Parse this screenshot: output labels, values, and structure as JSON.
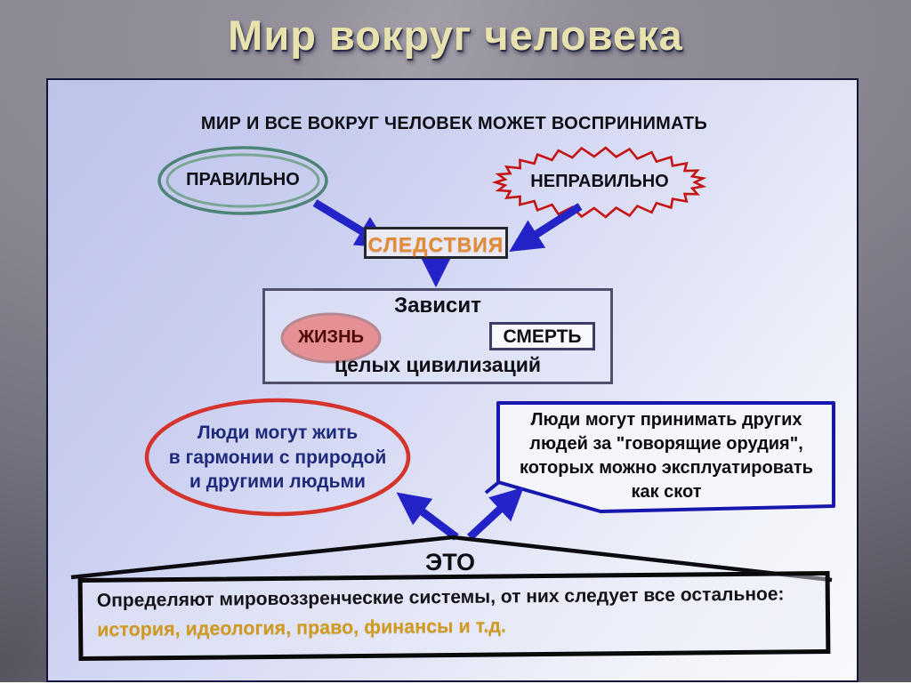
{
  "slide": {
    "title": "Мир вокруг человека"
  },
  "panel": {
    "statement": "МИР И ВСЕ ВОКРУГ ЧЕЛОВЕК МОЖЕТ ВОСПРИНИМАТЬ",
    "correct_label": "ПРАВИЛЬНО",
    "incorrect_label": "НЕПРАВИЛЬНО",
    "consequences_label": "СЛЕДСТВИЯ",
    "depends_box": {
      "title": "Зависит",
      "life": "ЖИЗНЬ",
      "death": "СМЕРТЬ",
      "footer": "целых цивилизаций"
    },
    "harmony_ellipse": {
      "lines": [
        "Люди могут жить",
        "в гармонии с природой",
        "и другими  людьми"
      ]
    },
    "exploit_bubble": {
      "lines": [
        "Люди могут принимать других",
        "людей за \"говорящие орудия\",",
        "которых можно эксплуатировать",
        "как скот"
      ]
    },
    "this_label": "ЭТО",
    "footer_box": {
      "line1": "Определяют мировоззренческие системы, от них следует все остальное:",
      "line2": "история, идеология, право, финансы и  т.д."
    }
  },
  "colors": {
    "arrow_blue": "#2323c8",
    "accent_red": "#d4342c",
    "zigzag_red": "#c41414",
    "green_ring": "#4e8477",
    "consequences_orange": "#e08b35",
    "footer_gold": "#cf9a1d",
    "title_cream": "#e8e2ae",
    "life_fill": "#e4271b",
    "bubble_border": "#1717ad"
  }
}
